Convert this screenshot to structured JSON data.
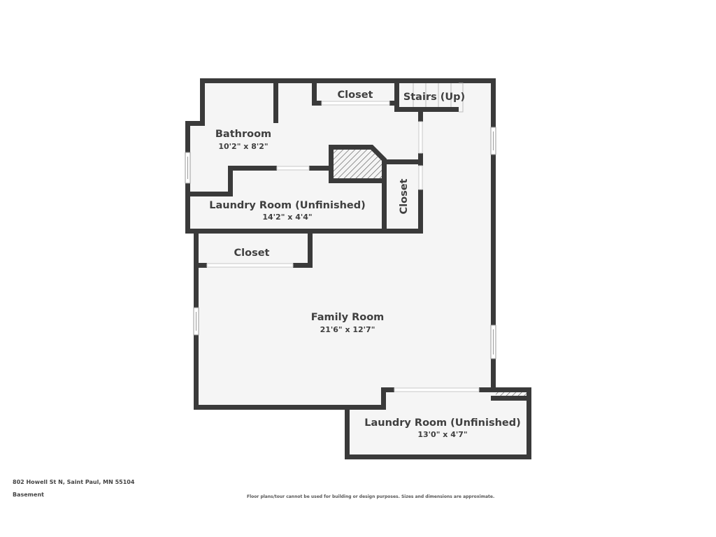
{
  "colors": {
    "wall": "#3a3a3a",
    "floor": "#f5f5f5",
    "background": "#ffffff",
    "opening": "#ffffff",
    "label": "#3f3f3f"
  },
  "plan": {
    "floor_name": "Basement",
    "rooms": [
      {
        "name": "Bathroom",
        "dimensions": "10'2\" x 8'2\""
      },
      {
        "name": "Closet",
        "dimensions": ""
      },
      {
        "name": "Stairs (Up)",
        "dimensions": ""
      },
      {
        "name": "Laundry Room (Unfinished)",
        "dimensions": "14'2\" x 4'4\""
      },
      {
        "name": "Closet",
        "dimensions": ""
      },
      {
        "name": "Closet",
        "dimensions": ""
      },
      {
        "name": "Family Room",
        "dimensions": "21'6\" x 12'7\""
      },
      {
        "name": "Laundry Room (Unfinished)",
        "dimensions": "13'0\" x 4'7\""
      }
    ]
  },
  "footer": {
    "address": "802 Howell St N, Saint Paul, MN 55104",
    "floor": "Basement",
    "disclaimer": "Floor plans/tour cannot be used for building or design purposes. Sizes and dimensions are approximate."
  }
}
